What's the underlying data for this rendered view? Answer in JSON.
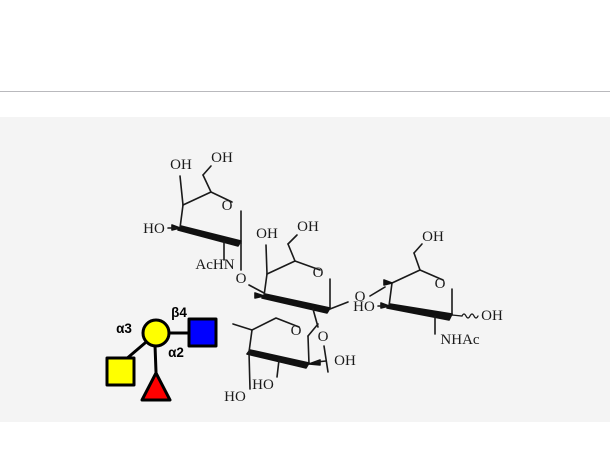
{
  "page": {
    "background": "#ffffff",
    "panel_background": "#f4f4f4",
    "divider_color": "#b9b9bd"
  },
  "structure": {
    "type": "glycan-haworth-structure",
    "residues": [
      {
        "id": "galnac-upper-left",
        "name": "GalNAc",
        "labels": [
          "OH",
          "OH",
          "HO",
          "AcHN",
          "O",
          "O"
        ]
      },
      {
        "id": "gal-center",
        "name": "Gal",
        "labels": [
          "OH",
          "OH",
          "O",
          "O"
        ]
      },
      {
        "id": "glcnac-right",
        "name": "GlcNAc",
        "labels": [
          "OH",
          "HO",
          "O",
          "OH",
          "NHAc"
        ]
      },
      {
        "id": "fuc-bottom",
        "name": "Fuc",
        "labels": [
          "O",
          "OH",
          "HO",
          "HO"
        ]
      }
    ],
    "atom_labels": {
      "galnac_oh_left": "OH",
      "galnac_oh_right": "OH",
      "galnac_ho": "HO",
      "galnac_achn": "AcHN",
      "galnac_ring_o": "O",
      "galnac_glyco_o": "O",
      "gal_oh_left": "OH",
      "gal_oh_right": "OH",
      "gal_ring_o": "O",
      "gal_fuc_o": "O",
      "gal_glcnac_o": "O",
      "glcnac_oh_top": "OH",
      "glcnac_ho": "HO",
      "glcnac_ring_o": "O",
      "glcnac_anomeric_oh": "OH",
      "glcnac_nhac": "NHAc",
      "fuc_ring_o": "O",
      "fuc_oh_right": "OH",
      "fuc_ho_inner": "HO",
      "fuc_ho_outer": "HO"
    }
  },
  "snfg_diagram": {
    "title": "symbol-nomenclature-glycan",
    "nodes": [
      {
        "id": "gal-circle",
        "shape": "circle",
        "color": "#ffff00",
        "residue": "Gal"
      },
      {
        "id": "glcnac-square",
        "shape": "square",
        "color": "#0000ff",
        "residue": "GlcNAc"
      },
      {
        "id": "galnac-square",
        "shape": "square",
        "color": "#ffff00",
        "residue": "GalNAc"
      },
      {
        "id": "fuc-triangle",
        "shape": "triangle",
        "color": "#ff0000",
        "residue": "Fuc"
      }
    ],
    "linkages": {
      "alpha3": "α3",
      "beta4": "β4",
      "alpha2": "α2"
    }
  }
}
